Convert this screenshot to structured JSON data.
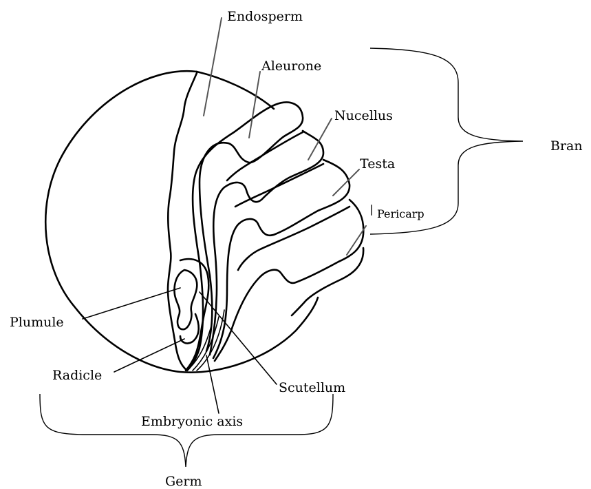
{
  "labels": {
    "endosperm": "Endosperm",
    "aleurone": "Aleurone",
    "nucellus": "Nucellus",
    "testa": "Testa",
    "pericarp": "Pericarp",
    "bran": "Bran",
    "plumule": "Plumule",
    "radicle": "Radicle",
    "scutellum": "Scutellum",
    "embryonic_axis": "Embryonic axis",
    "germ": "Germ"
  }
}
